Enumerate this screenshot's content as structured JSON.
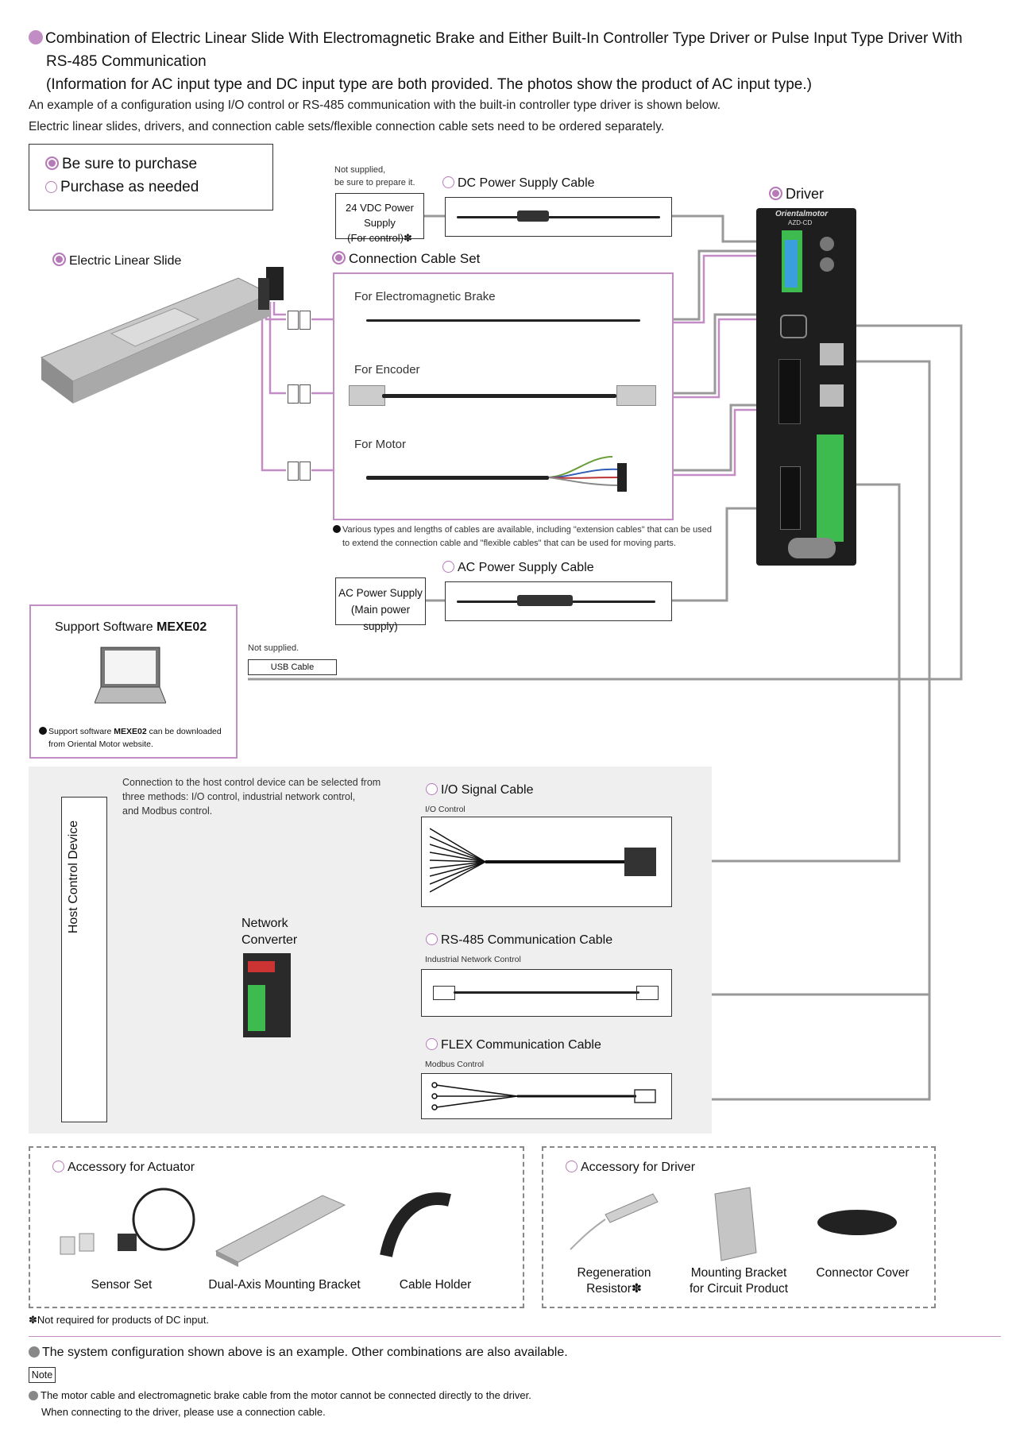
{
  "header": {
    "title_line1": "Combination of Electric Linear Slide With Electromagnetic Brake and Either Built-In Controller Type Driver or Pulse Input Type Driver With",
    "title_line2": "RS-485 Communication",
    "title_line3": "(Information for AC input type and DC input type are both provided. The photos show the product of AC input type.)",
    "desc1": "An example of a configuration using I/O control or RS-485 communication with the built-in controller type driver is shown below.",
    "desc2": "Electric linear slides, drivers, and connection cable sets/flexible connection cable sets need to be ordered separately."
  },
  "legend": {
    "required": "Be sure to purchase",
    "optional": "Purchase as needed"
  },
  "dc_supply": {
    "note1": "Not supplied,",
    "note2": "be sure to prepare it.",
    "label1": "24 VDC Power Supply",
    "label2": "(For control)✽"
  },
  "dc_cable": "DC Power Supply Cable",
  "driver": {
    "label": "Driver",
    "brand": "Orientalmotor",
    "model": "AZD-CD"
  },
  "slide": "Electric Linear Slide",
  "cable_set": {
    "title": "Connection Cable Set",
    "brake": "For Electromagnetic Brake",
    "encoder": "For Encoder",
    "motor": "For Motor",
    "note1": "Various types and lengths of cables are available, including \"extension cables\" that can be used",
    "note2": "to extend the connection cable and \"flexible cables\" that can be used for moving parts."
  },
  "ac_cable": "AC Power Supply Cable",
  "ac_supply": {
    "label1": "AC Power Supply",
    "label2": "(Main power supply)"
  },
  "software": {
    "title_prefix": "Support Software ",
    "title_name": "MEXE02",
    "note_prefix": "Support software ",
    "note_name": "MEXE02",
    "note_suffix": " can be downloaded",
    "note_line2": "from Oriental Motor website."
  },
  "usb": {
    "note": "Not supplied.",
    "label": "USB Cable"
  },
  "host": {
    "label": "Host Control Device",
    "desc1": "Connection to the host control device can be selected from",
    "desc2": "three methods: I/O control, industrial network control,",
    "desc3": "and Modbus control."
  },
  "network_converter": {
    "line1": "Network",
    "line2": "Converter"
  },
  "io_cable": {
    "title": "I/O Signal Cable",
    "sub": "I/O Control"
  },
  "rs485_cable": {
    "title": "RS-485 Communication Cable",
    "sub": "Industrial Network Control"
  },
  "flex_cable": {
    "title": "FLEX Communication Cable",
    "sub": "Modbus Control"
  },
  "acc_actuator": {
    "title": "Accessory for Actuator",
    "items": [
      "Sensor Set",
      "Dual-Axis Mounting Bracket",
      "Cable Holder"
    ]
  },
  "acc_driver": {
    "title": "Accessory for Driver",
    "item1": "Regeneration Resistor✽",
    "item2_line1": "Mounting Bracket",
    "item2_line2": "for Circuit Product",
    "item3": "Connector Cover"
  },
  "footnote": "✽Not required for products of DC input.",
  "footer": {
    "example": "The system configuration shown above is an example. Other combinations are also available.",
    "note_label": "Note",
    "note1": "The motor cable and electromagnetic brake cable from the motor cannot be connected directly to the driver.",
    "note2": "When connecting to the driver, please use a connection cable."
  },
  "colors": {
    "accent": "#c28dc4",
    "cable_line": "#999999",
    "band": "#efefef"
  }
}
